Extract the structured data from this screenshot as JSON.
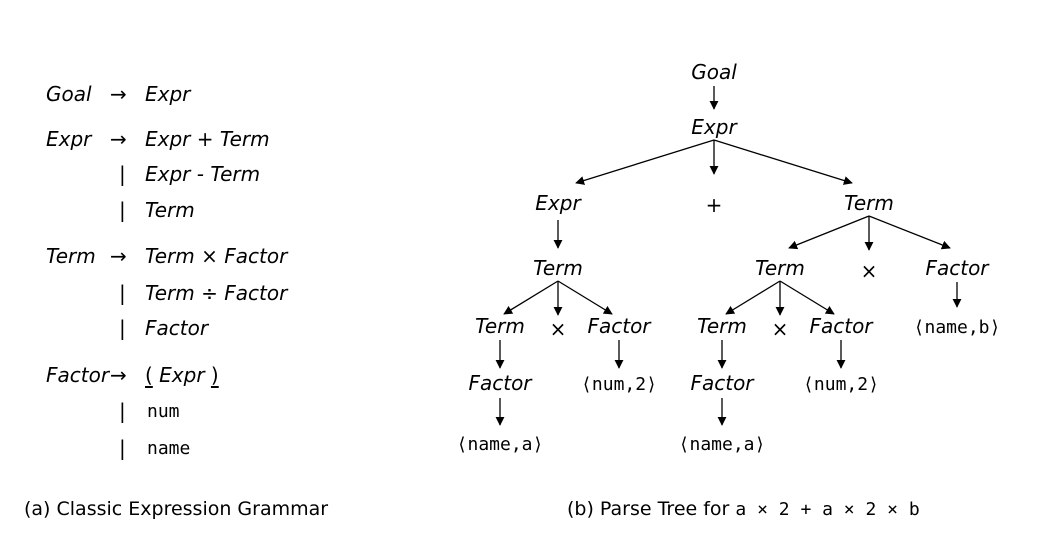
{
  "grammar": {
    "arrow": "→",
    "bar": "|",
    "goal": {
      "lhs": "Goal",
      "rhs": "Expr"
    },
    "expr": {
      "lhs": "Expr",
      "alt1": "Expr + Term",
      "alt2": "Expr - Term",
      "alt3": "Term"
    },
    "term": {
      "lhs": "Term",
      "alt1": "Term × Factor",
      "alt2": "Term ÷ Factor",
      "alt3": "Factor"
    },
    "factor": {
      "lhs": "Factor",
      "lparen": "(",
      "inner": "Expr",
      "rparen": ")",
      "alt2": "num",
      "alt3": "name"
    }
  },
  "captions": {
    "a": "(a) Classic Expression Grammar",
    "b_prefix": "(b) Parse Tree for",
    "b_expr": "a × 2 + a × 2 × b"
  },
  "tree": {
    "n_goal": "Goal",
    "n_expr_root": "Expr",
    "n_expr_l": "Expr",
    "n_plus": "+",
    "n_term_r": "Term",
    "n_term_l": "Term",
    "n_term_rl": "Term",
    "n_times_r1": "×",
    "n_factor_r1": "Factor",
    "n_term_ll": "Term",
    "n_times_l": "×",
    "n_factor_l": "Factor",
    "n_term_rll": "Term",
    "n_times_r2": "×",
    "n_factor_r2": "Factor",
    "n_name_b": "⟨name,b⟩",
    "n_factor_ll": "Factor",
    "n_num_l": "⟨num,2⟩",
    "n_factor_rll": "Factor",
    "n_num_r": "⟨num,2⟩",
    "n_name_a1": "⟨name,a⟩",
    "n_name_a2": "⟨name,a⟩"
  }
}
